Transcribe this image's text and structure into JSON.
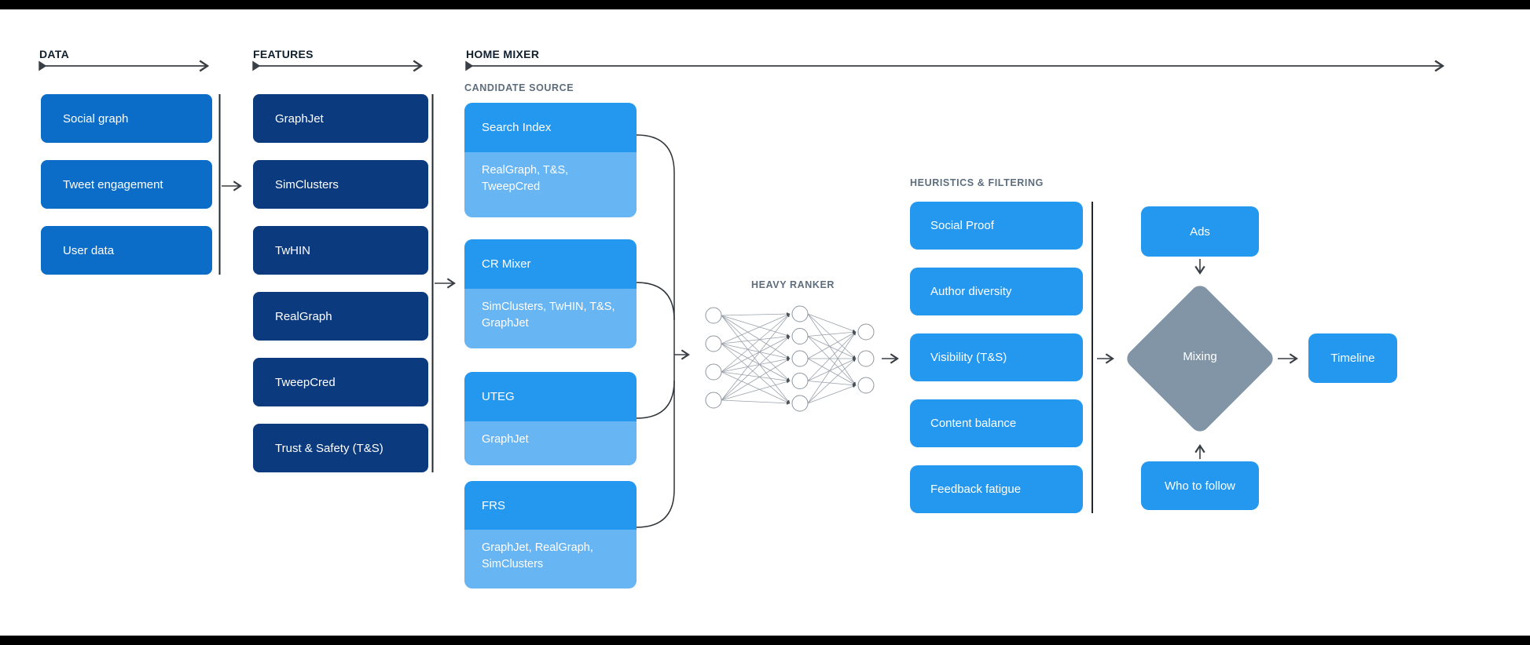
{
  "colors": {
    "data_box": "#0b6dc7",
    "feature_box": "#0c3a7e",
    "candidate_title": "#2497ef",
    "candidate_sub": "#68b5f3",
    "heuristic_box": "#2497ef",
    "mixing_diamond": "#8195a7",
    "heading_text": "#10202e",
    "sub_heading_text": "#5d6d7e",
    "line": "#3a3f45"
  },
  "sections": {
    "data": {
      "label": "DATA",
      "items": [
        "Social graph",
        "Tweet engagement",
        "User data"
      ]
    },
    "features": {
      "label": "FEATURES",
      "items": [
        "GraphJet",
        "SimClusters",
        "TwHIN",
        "RealGraph",
        "TweepCred",
        "Trust & Safety (T&S)"
      ]
    },
    "home_mixer": {
      "label": "HOME MIXER",
      "candidate_source_label": "CANDIDATE SOURCE",
      "sources": [
        {
          "name": "Search Index",
          "uses": "RealGraph, T&S, TweepCred"
        },
        {
          "name": "CR Mixer",
          "uses": "SimClusters, TwHIN, T&S, GraphJet"
        },
        {
          "name": "UTEG",
          "uses": "GraphJet"
        },
        {
          "name": "FRS",
          "uses": "GraphJet, RealGraph, SimClusters"
        }
      ]
    },
    "heavy_ranker": {
      "label": "HEAVY RANKER",
      "input_nodes": 4,
      "hidden_nodes": 5,
      "output_nodes": 3
    },
    "heuristics": {
      "label": "HEURISTICS & FILTERING",
      "items": [
        "Social Proof",
        "Author diversity",
        "Visibility (T&S)",
        "Content balance",
        "Feedback fatigue"
      ]
    },
    "mixing": {
      "ads": "Ads",
      "diamond": "Mixing",
      "who_to_follow": "Who to follow",
      "timeline": "Timeline"
    }
  }
}
